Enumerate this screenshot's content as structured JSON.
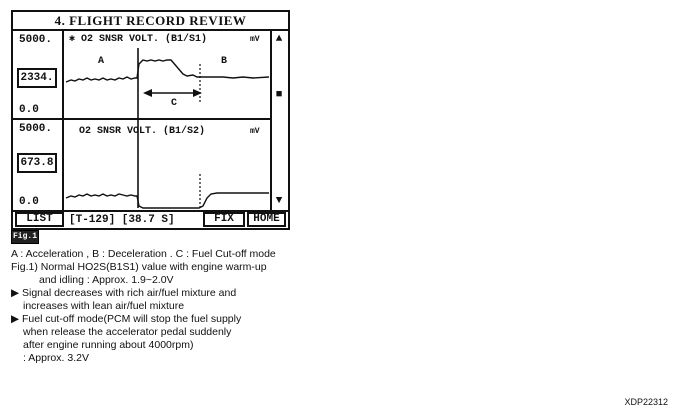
{
  "screen": {
    "title": "4. FLIGHT RECORD REVIEW",
    "upper": {
      "max": "5000.",
      "current": "2334.",
      "min": "0.0",
      "series_name": "✱ O2 SNSR VOLT. (B1/S1)",
      "unit": "mV",
      "labels": {
        "a": "A",
        "b": "B",
        "c": "C"
      }
    },
    "lower": {
      "max": "5000.",
      "current": "673.8",
      "min": "0.0",
      "series_name": "O2 SNSR VOLT. (B1/S2)",
      "unit": "mV"
    },
    "scroll": {
      "up": "▲",
      "mid": "■",
      "down": "▼"
    },
    "softkeys": {
      "list": "LIST",
      "frame": "[T-129] [38.7 S]",
      "fix": "FIX",
      "home": "HOME"
    }
  },
  "fig_badge": "Fig.1",
  "notes": [
    "A : Acceleration , B : Deceleration . C : Fuel Cut-off mode",
    "Fig.1) Normal HO2S(B1S1) value with engine warm-up",
    "and idling : Approx. 1.9~2.0V",
    "▶  Signal decreases with rich air/fuel mixture and",
    "increases with lean air/fuel mixture",
    "▶  Fuel cut-off mode(PCM will stop the fuel supply",
    "when release the accelerator pedal suddenly",
    "after engine running about 4000rpm)",
    ": Approx. 3.2V"
  ],
  "figure_code": "XDP22312"
}
